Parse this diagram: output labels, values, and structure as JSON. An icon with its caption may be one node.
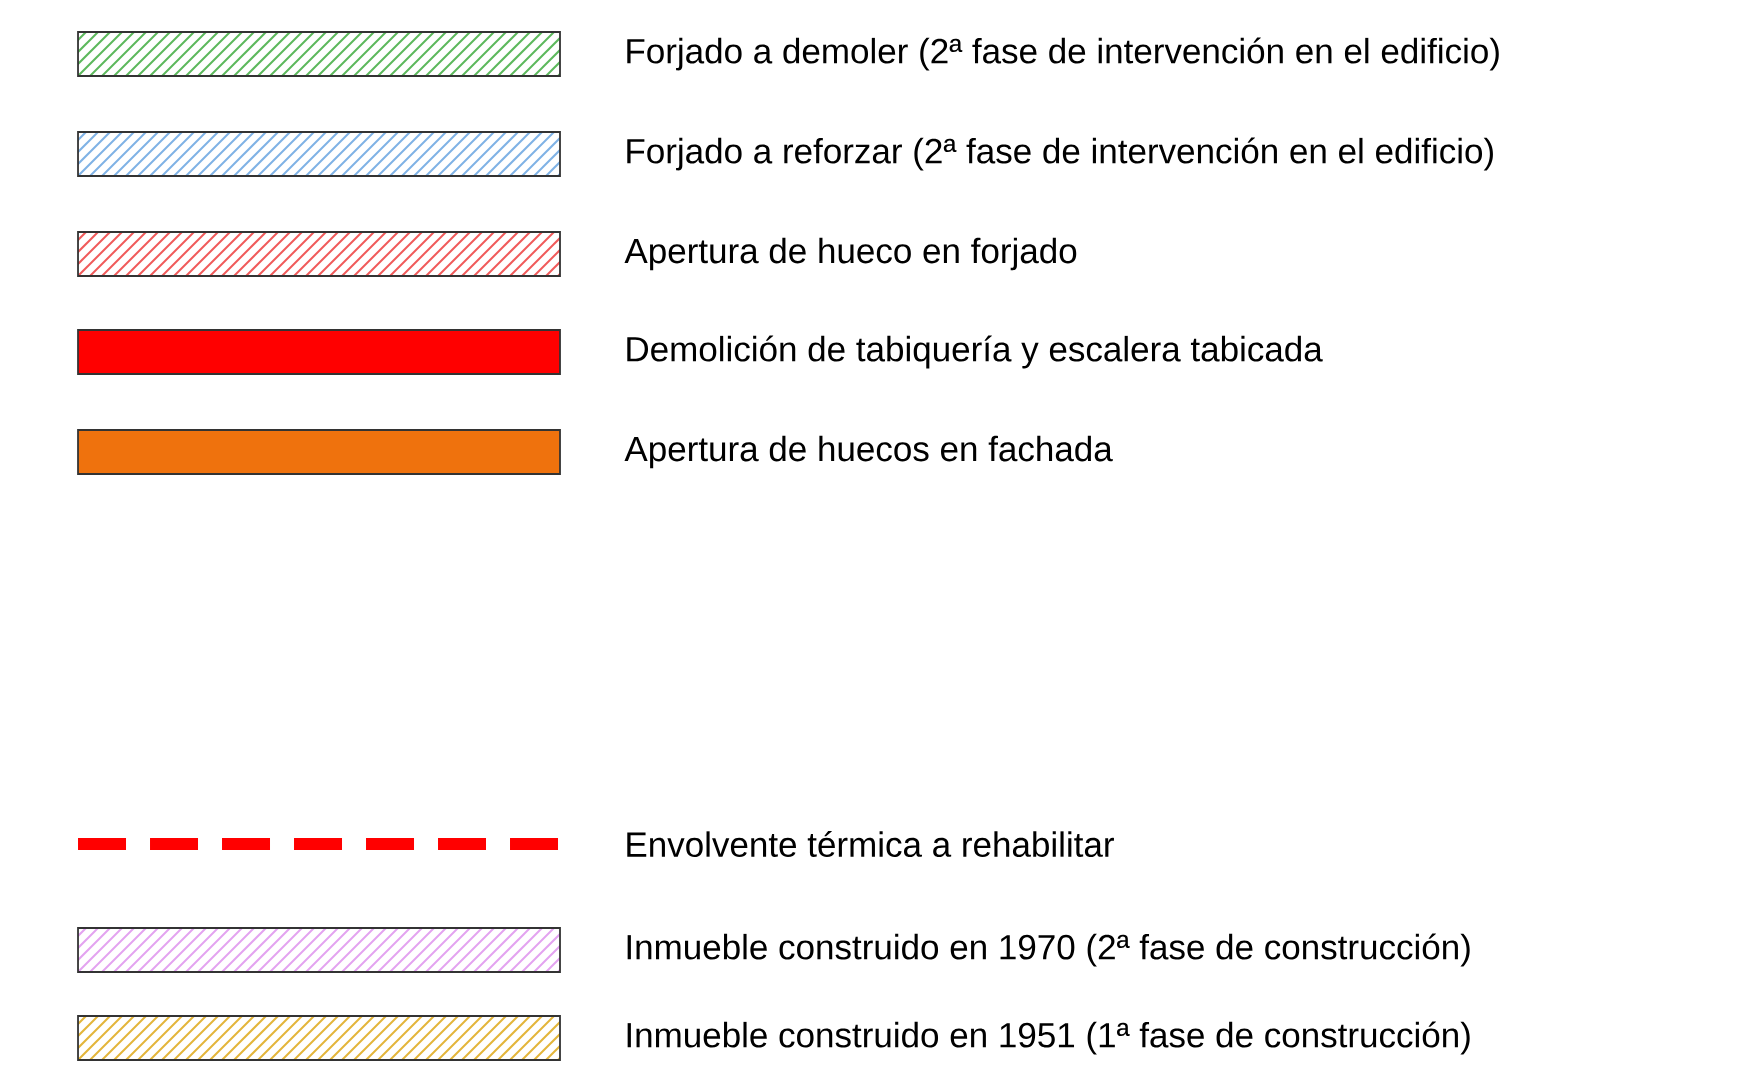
{
  "diagram": {
    "legend": [
      {
        "text": "Forjado a demoler (2ª fase de intervención en el edificio)",
        "color": "#5cb85c"
      },
      {
        "text": "Forjado a reforzar (2ª fase de intervención en el edificio)",
        "color": "#7fb2e5"
      },
      {
        "text": "Apertura de hueco en forjado",
        "color": "#f05a5a"
      },
      {
        "text": "Demolición de tabiquería y escalera tabicada",
        "color": "#ff0000"
      },
      {
        "text": "Apertura de huecos en fachada",
        "color": "#ef720d"
      },
      {
        "text": "Envolvente térmica a rehabilitar",
        "color": "#ff0000"
      },
      {
        "text": "Inmueble construido en 1970 (2ª fase de construcción)",
        "color": "#e3a3f0"
      },
      {
        "text": "Inmueble construido en 1951 (1ª fase de construcción)",
        "color": "#e3b53a"
      }
    ]
  }
}
